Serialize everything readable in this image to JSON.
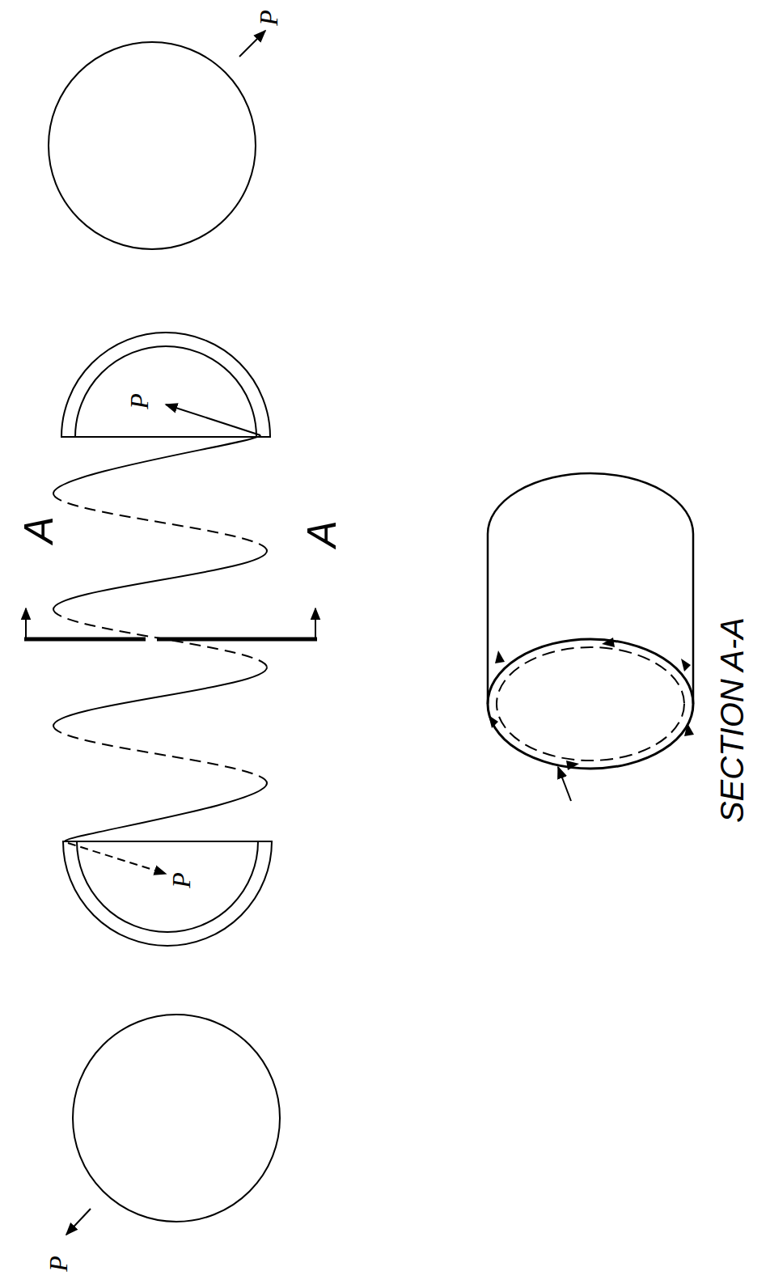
{
  "diagram": {
    "labels": [
      "P",
      "P",
      "A",
      "A",
      "P",
      "P",
      "SECTION A-A"
    ]
  }
}
